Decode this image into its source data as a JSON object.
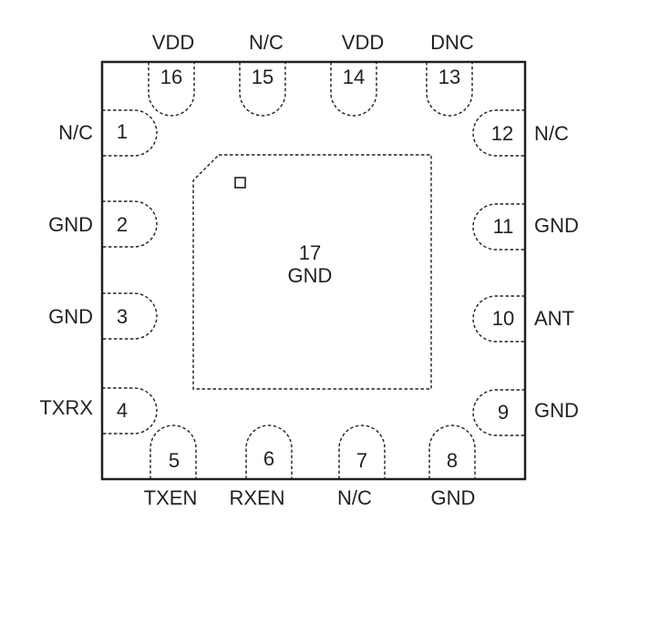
{
  "pins": {
    "top": [
      {
        "num": "16",
        "label": "VDD"
      },
      {
        "num": "15",
        "label": "N/C"
      },
      {
        "num": "14",
        "label": "VDD"
      },
      {
        "num": "13",
        "label": "DNC"
      }
    ],
    "left": [
      {
        "num": "1",
        "label": "N/C"
      },
      {
        "num": "2",
        "label": "GND"
      },
      {
        "num": "3",
        "label": "GND"
      },
      {
        "num": "4",
        "label": "TXRX"
      }
    ],
    "right": [
      {
        "num": "12",
        "label": "N/C"
      },
      {
        "num": "11",
        "label": "GND"
      },
      {
        "num": "10",
        "label": "ANT"
      },
      {
        "num": "9",
        "label": "GND"
      }
    ],
    "bottom": [
      {
        "num": "5",
        "label": "TXEN"
      },
      {
        "num": "6",
        "label": "RXEN"
      },
      {
        "num": "7",
        "label": "N/C"
      },
      {
        "num": "8",
        "label": "GND"
      }
    ]
  },
  "pad": {
    "num": "17",
    "label": "GND"
  }
}
